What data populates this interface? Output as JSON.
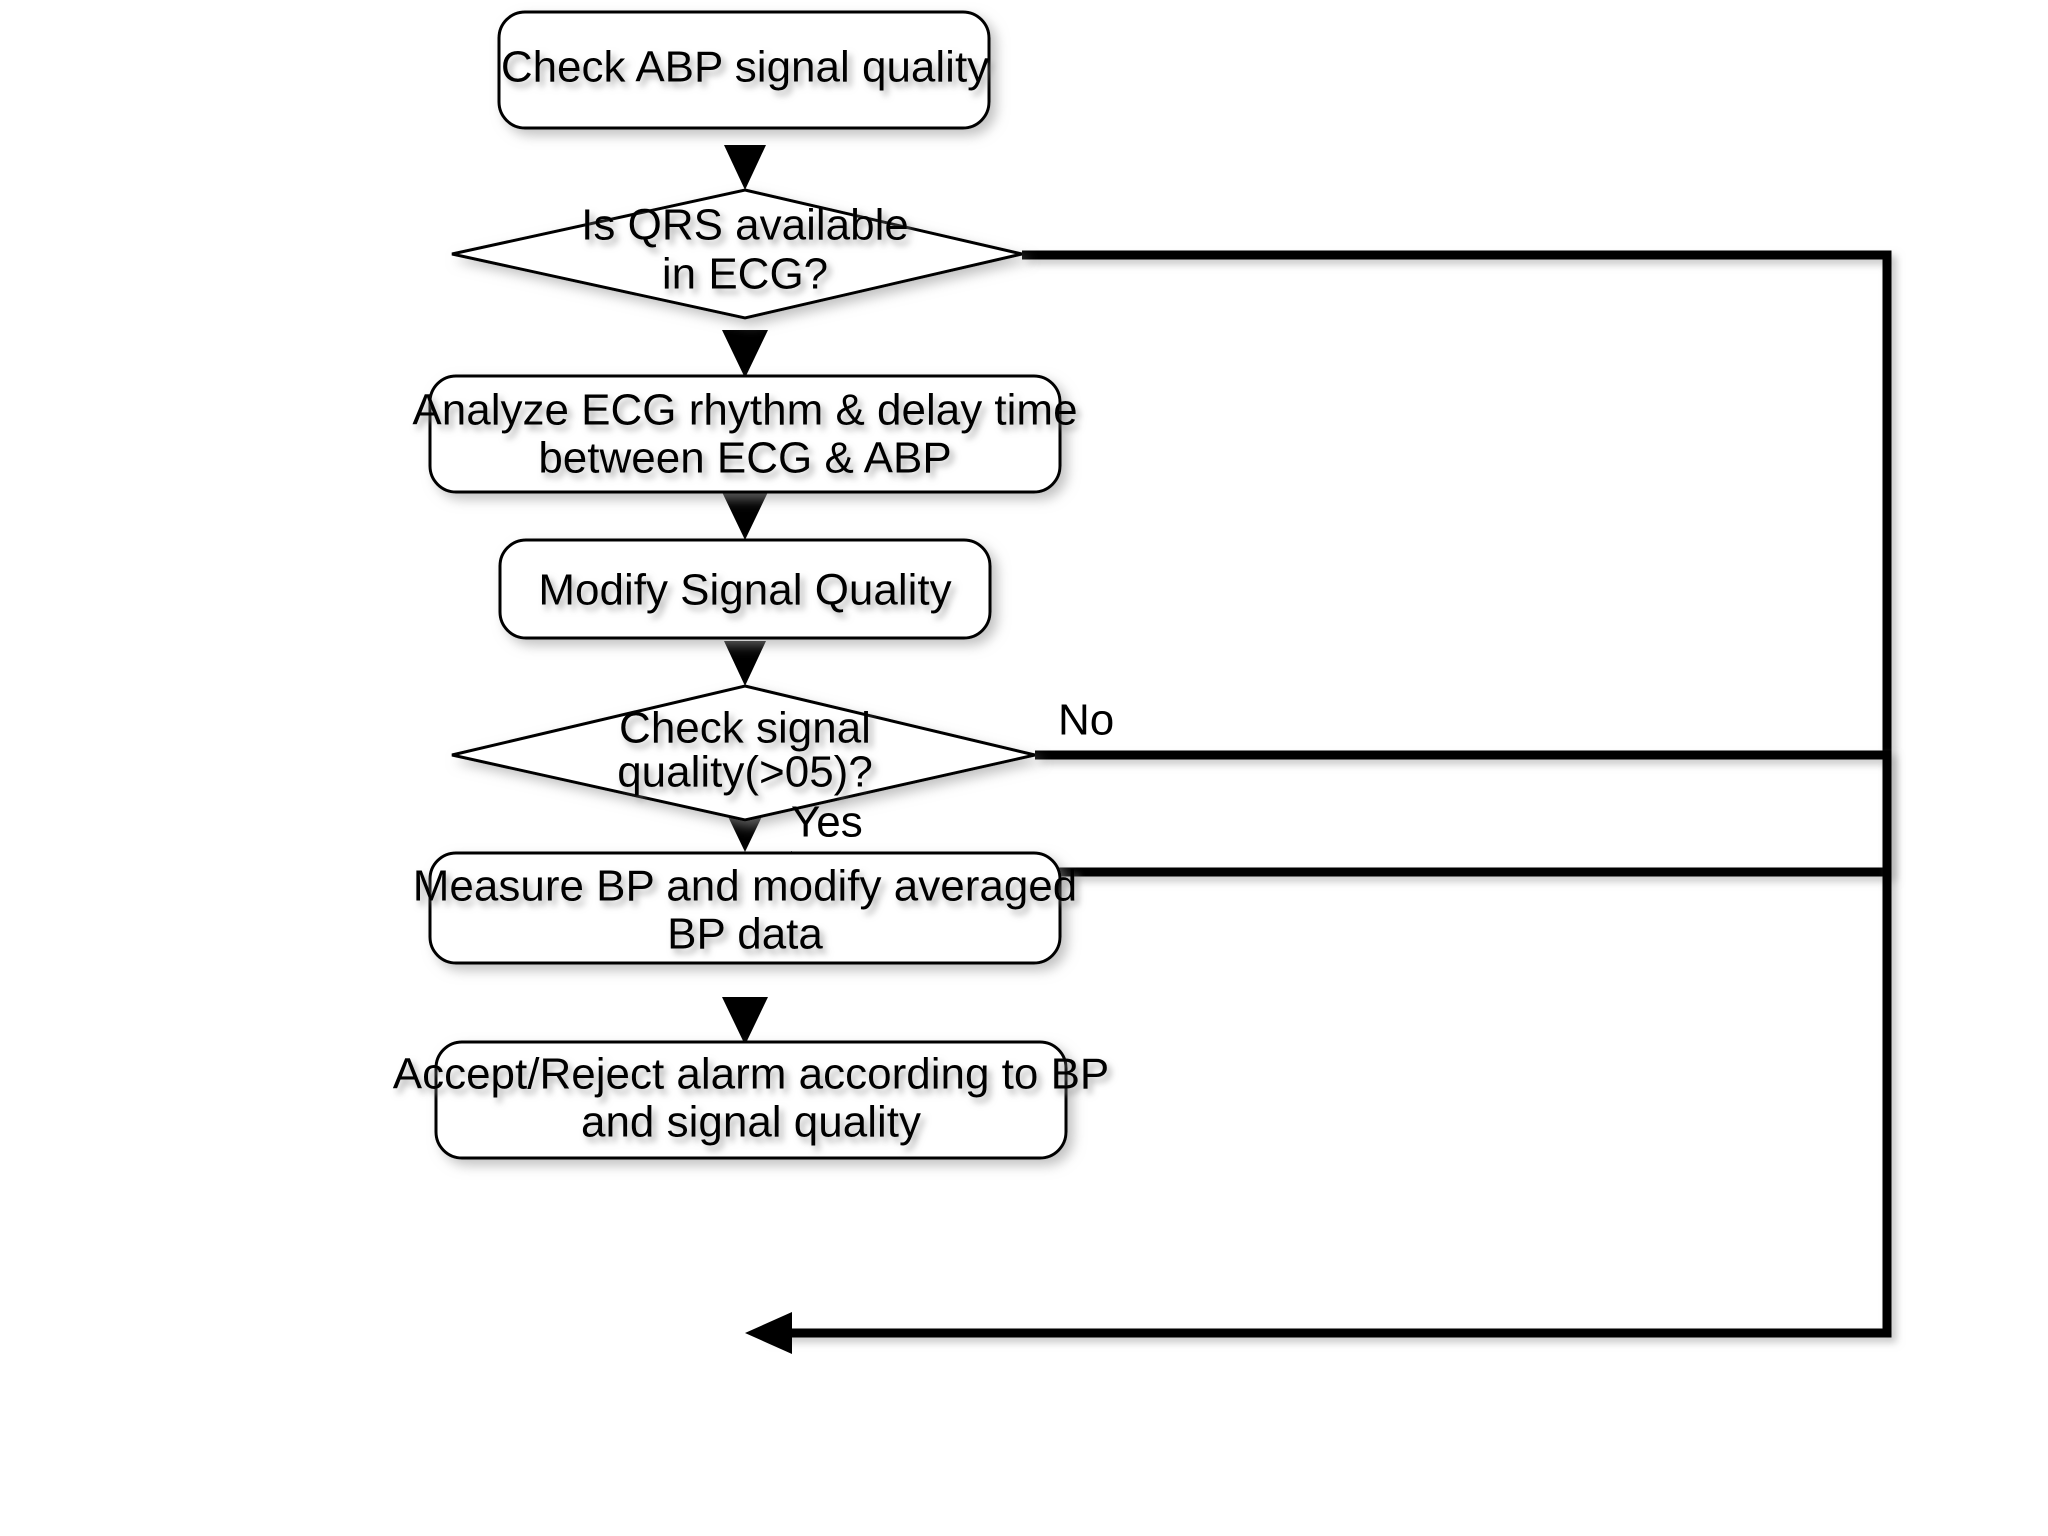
{
  "diagram": {
    "type": "flowchart",
    "title": "ABP signal quality / alarm verification flowchart",
    "background_color": "#ffffff",
    "line_color": "#000000",
    "node_fill_color": "#ffffff",
    "text_color": "#000000",
    "nodes": [
      {
        "id": "check-abp",
        "shape": "rounded-rectangle",
        "lines": [
          "Check ABP signal quality"
        ]
      },
      {
        "id": "is-qrs",
        "shape": "diamond",
        "lines": [
          "Is QRS available",
          "in ECG?"
        ]
      },
      {
        "id": "analyze-ecg",
        "shape": "rounded-rectangle",
        "lines": [
          "Analyze ECG rhythm & delay time",
          "between ECG & ABP"
        ]
      },
      {
        "id": "modify-quality",
        "shape": "rounded-rectangle",
        "lines": [
          "Modify Signal Quality"
        ]
      },
      {
        "id": "check-quality",
        "shape": "diamond",
        "lines": [
          "Check signal",
          "quality(>05)?"
        ]
      },
      {
        "id": "measure-bp",
        "shape": "rounded-rectangle",
        "lines": [
          "Measure BP and modify averaged",
          "BP data"
        ]
      },
      {
        "id": "accept-reject",
        "shape": "rounded-rectangle",
        "lines": [
          "Accept/Reject alarm according to BP",
          "and signal quality"
        ]
      }
    ],
    "edge_labels": [
      {
        "id": "no-label",
        "text": "No"
      },
      {
        "id": "yes-label",
        "text": "Yes"
      }
    ]
  }
}
